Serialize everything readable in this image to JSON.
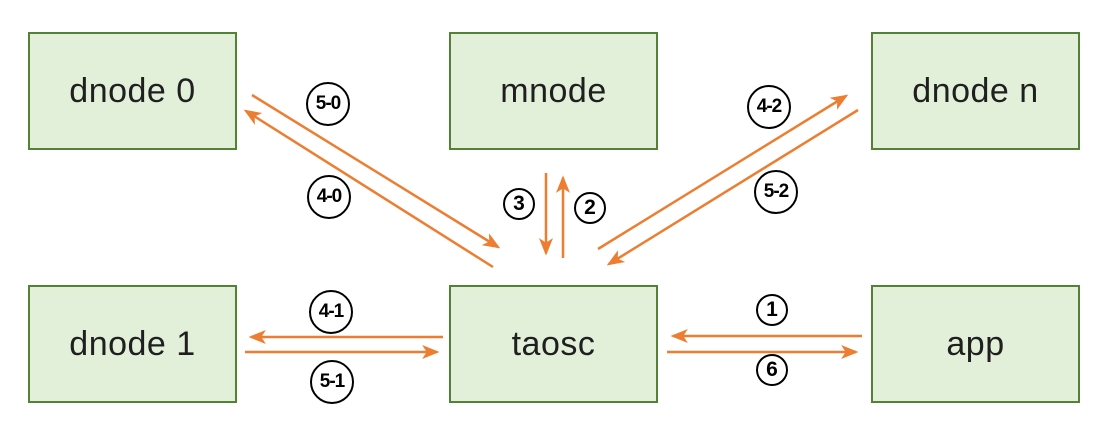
{
  "colors": {
    "background": "#ffffff",
    "node_fill": "#E2EFD9",
    "node_border": "#538135",
    "node_text": "#1f1f1f",
    "arrow": "#ED7D31",
    "label_fill": "#ffffff",
    "label_border": "#000000",
    "label_text": "#000000"
  },
  "nodes": [
    {
      "id": "dnode0",
      "label": "dnode 0"
    },
    {
      "id": "mnode",
      "label": "mnode"
    },
    {
      "id": "dnoden",
      "label": "dnode n"
    },
    {
      "id": "dnode1",
      "label": "dnode 1"
    },
    {
      "id": "taosc",
      "label": "taosc"
    },
    {
      "id": "app",
      "label": "app"
    }
  ],
  "edges": [
    {
      "label": "5-0",
      "from": "dnode 0",
      "to": "taosc"
    },
    {
      "label": "4-0",
      "from": "taosc",
      "to": "dnode 0"
    },
    {
      "label": "3",
      "from": "mnode",
      "to": "taosc"
    },
    {
      "label": "2",
      "from": "taosc",
      "to": "mnode"
    },
    {
      "label": "4-2",
      "from": "taosc",
      "to": "dnode n"
    },
    {
      "label": "5-2",
      "from": "dnode n",
      "to": "taosc"
    },
    {
      "label": "4-1",
      "from": "taosc",
      "to": "dnode 1"
    },
    {
      "label": "5-1",
      "from": "dnode 1",
      "to": "taosc"
    },
    {
      "label": "1",
      "from": "app",
      "to": "taosc"
    },
    {
      "label": "6",
      "from": "taosc",
      "to": "app"
    }
  ]
}
